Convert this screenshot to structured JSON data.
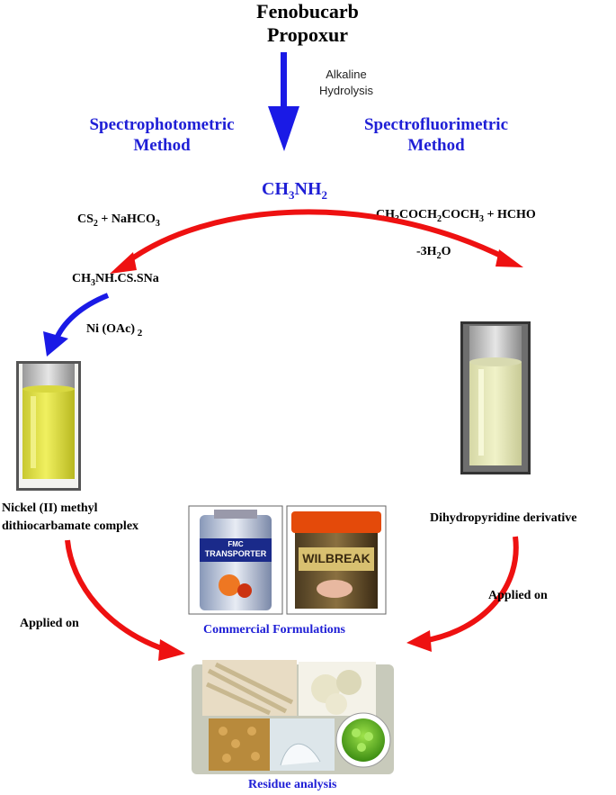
{
  "header": {
    "compound_1": "Fenobucarb",
    "compound_2": "Propoxur",
    "reaction_line1": "Alkaline",
    "reaction_line2": "Hydrolysis"
  },
  "methods": {
    "left_line1": "Spectrophotometric",
    "left_line2": "Method",
    "right_line1": "Spectrofluorimetric",
    "right_line2": "Method"
  },
  "intermediate": {
    "methylamine": {
      "a": "CH",
      "s1": "3",
      "b": "NH",
      "s2": "2"
    }
  },
  "left_path": {
    "reagent": {
      "a": "CS",
      "s1": "2",
      "b": " + NaHCO",
      "s2": "3"
    },
    "product": {
      "a": "CH",
      "s1": "3",
      "b": "NH.CS.SNa"
    },
    "reagent2": {
      "a": "Ni (OAc)",
      "s1": " 2"
    },
    "complex_line1": "Nickel (II) methyl",
    "complex_line2": "dithiocarbamate complex",
    "applied": "Applied on"
  },
  "right_path": {
    "reagent": {
      "a": "CH",
      "s1": "3",
      "b": "COCH",
      "s2": "2",
      "c": "COCH",
      "s3": "3",
      "d": " + HCHO"
    },
    "water_loss": {
      "a": "-3H",
      "s1": "2",
      "b": "O"
    },
    "derivative": "Dihydropyridine derivative",
    "applied": "Applied on"
  },
  "center": {
    "formulations_label": "Commercial Formulations",
    "can_brand": "FMC",
    "can_name": "TRANSPORTER",
    "tub_name": "WILBREAK",
    "residue_label": "Residue analysis"
  },
  "colors": {
    "blue_text": "#1f1fd6",
    "red_arrow": "#ee1111",
    "blue_arrow": "#1a1ae6"
  }
}
